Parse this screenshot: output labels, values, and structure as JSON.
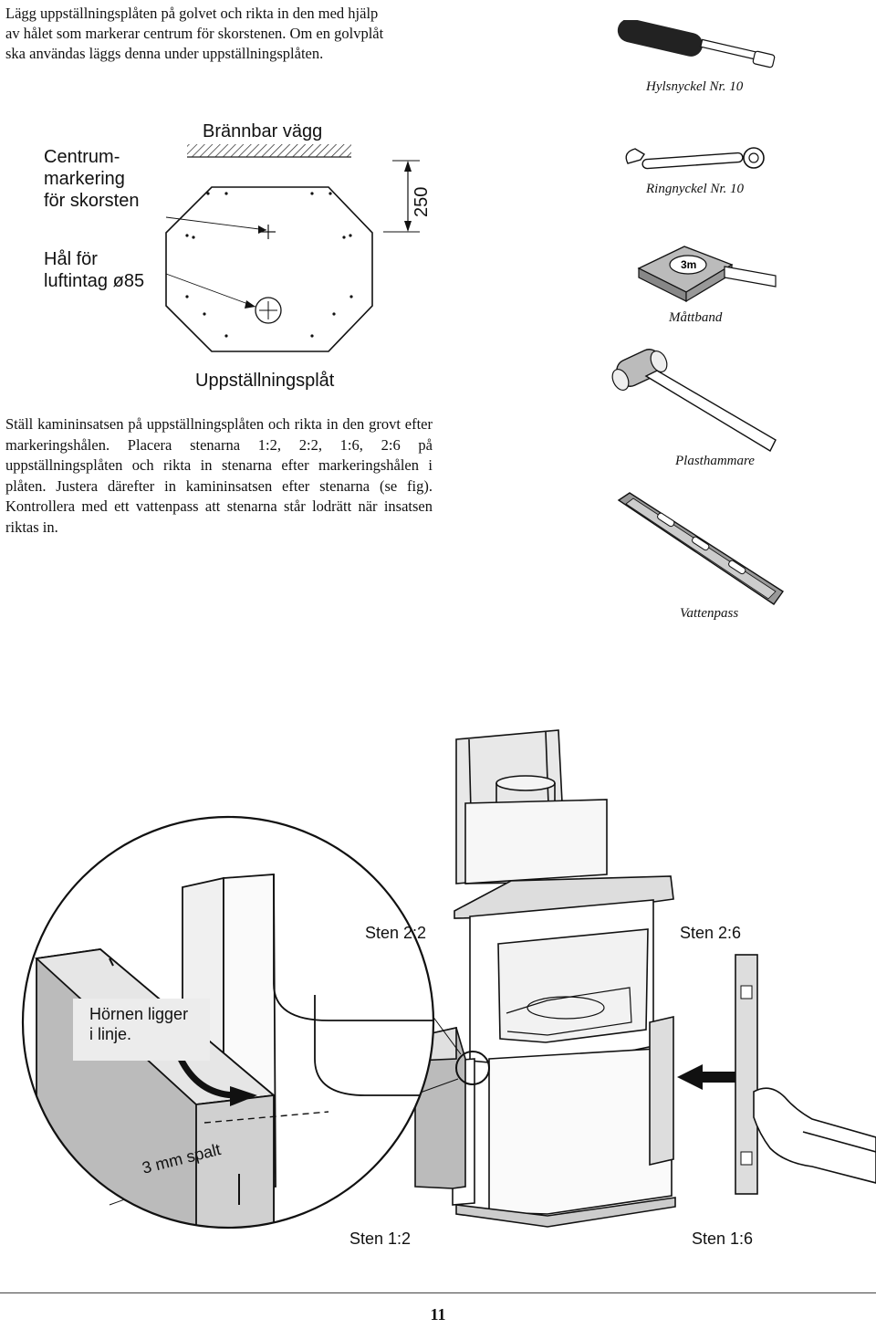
{
  "intro_text": "Lägg uppställningsplåten på golvet och rikta in den med hjälp\nav hålet som markerar centrum för skorstenen. Om en golvplåt\nska användas läggs denna under uppställningsplåten.",
  "diagram": {
    "wall_label": "Brännbar vägg",
    "chimney_center_label": "Centrum-\nmarkering\nför skorsten",
    "air_intake_label": "Hål för\nluftintag ø85",
    "dimension": "250",
    "plate_label": "Uppställningsplåt"
  },
  "tools": [
    {
      "name": "Hylsnyckel Nr. 10",
      "icon": "socket-wrench-icon"
    },
    {
      "name": "Ringnyckel Nr. 10",
      "icon": "ring-wrench-icon"
    },
    {
      "name": "Måttband",
      "icon": "tape-measure-icon",
      "brand_text": "3m"
    },
    {
      "name": "Plasthammare",
      "icon": "plastic-hammer-icon"
    },
    {
      "name": "Vattenpass",
      "icon": "spirit-level-icon"
    }
  ],
  "body_text": "Ställ kamininsatsen på uppställningsplåten och rikta in den grovt efter markeringshålen. Placera stenarna 1:2, 2:2, 1:6, 2:6 på uppställningsplåten och rikta in stenarna efter markeringshålen i plåten. Justera därefter in kamininsatsen efter stenarna (se fig). Kontrollera med ett vattenpass att stenarna står lodrätt när insatsen riktas in.",
  "figure": {
    "corners_label": "Hörnen ligger\ni linje.",
    "gap_label": "3 mm spalt",
    "stone_2_2": "Sten 2:2",
    "stone_2_6": "Sten 2:6",
    "stone_1_2": "Sten 1:2",
    "stone_1_6": "Sten 1:6"
  },
  "page_number": "11"
}
